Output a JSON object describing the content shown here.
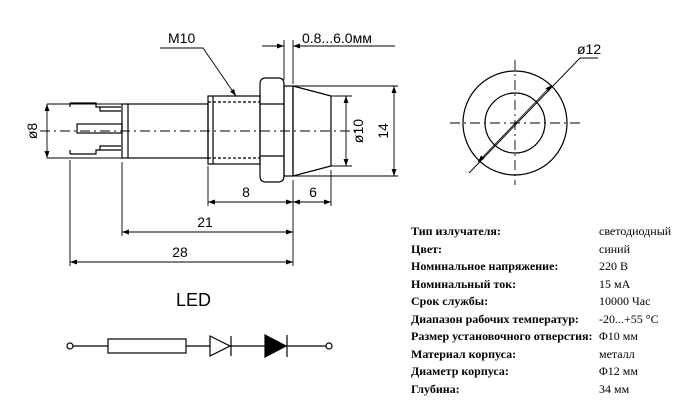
{
  "drawing": {
    "thread_label": "M10",
    "panel_thickness_label": "0.8...6.0мм",
    "diameter_body_label": "ø8",
    "diameter_cap_label": "ø10",
    "height_cap_label": "14",
    "length_8_label": "8",
    "length_6_label": "6",
    "length_21_label": "21",
    "length_28_label": "28",
    "front_diameter_label": "ø12",
    "schematic_label": "LED"
  },
  "specs": [
    {
      "key": "Тип излучателя:",
      "value": "светодиодный"
    },
    {
      "key": "Цвет:",
      "value": "синий"
    },
    {
      "key": "Номинальное напряжение:",
      "value": "220 В"
    },
    {
      "key": "Номинальный ток:",
      "value": "15 мА"
    },
    {
      "key": "Срок службы:",
      "value": "10000 Час"
    },
    {
      "key": "Диапазон рабочих температур:",
      "value": "-20...+55 °C"
    },
    {
      "key": "Размер установочного отверстия:",
      "value": "Φ10 мм"
    },
    {
      "key": "Материал корпуса:",
      "value": "металл"
    },
    {
      "key": "Диаметр корпуса:",
      "value": "Φ12 мм"
    },
    {
      "key": "Глубина:",
      "value": "34 мм"
    }
  ]
}
